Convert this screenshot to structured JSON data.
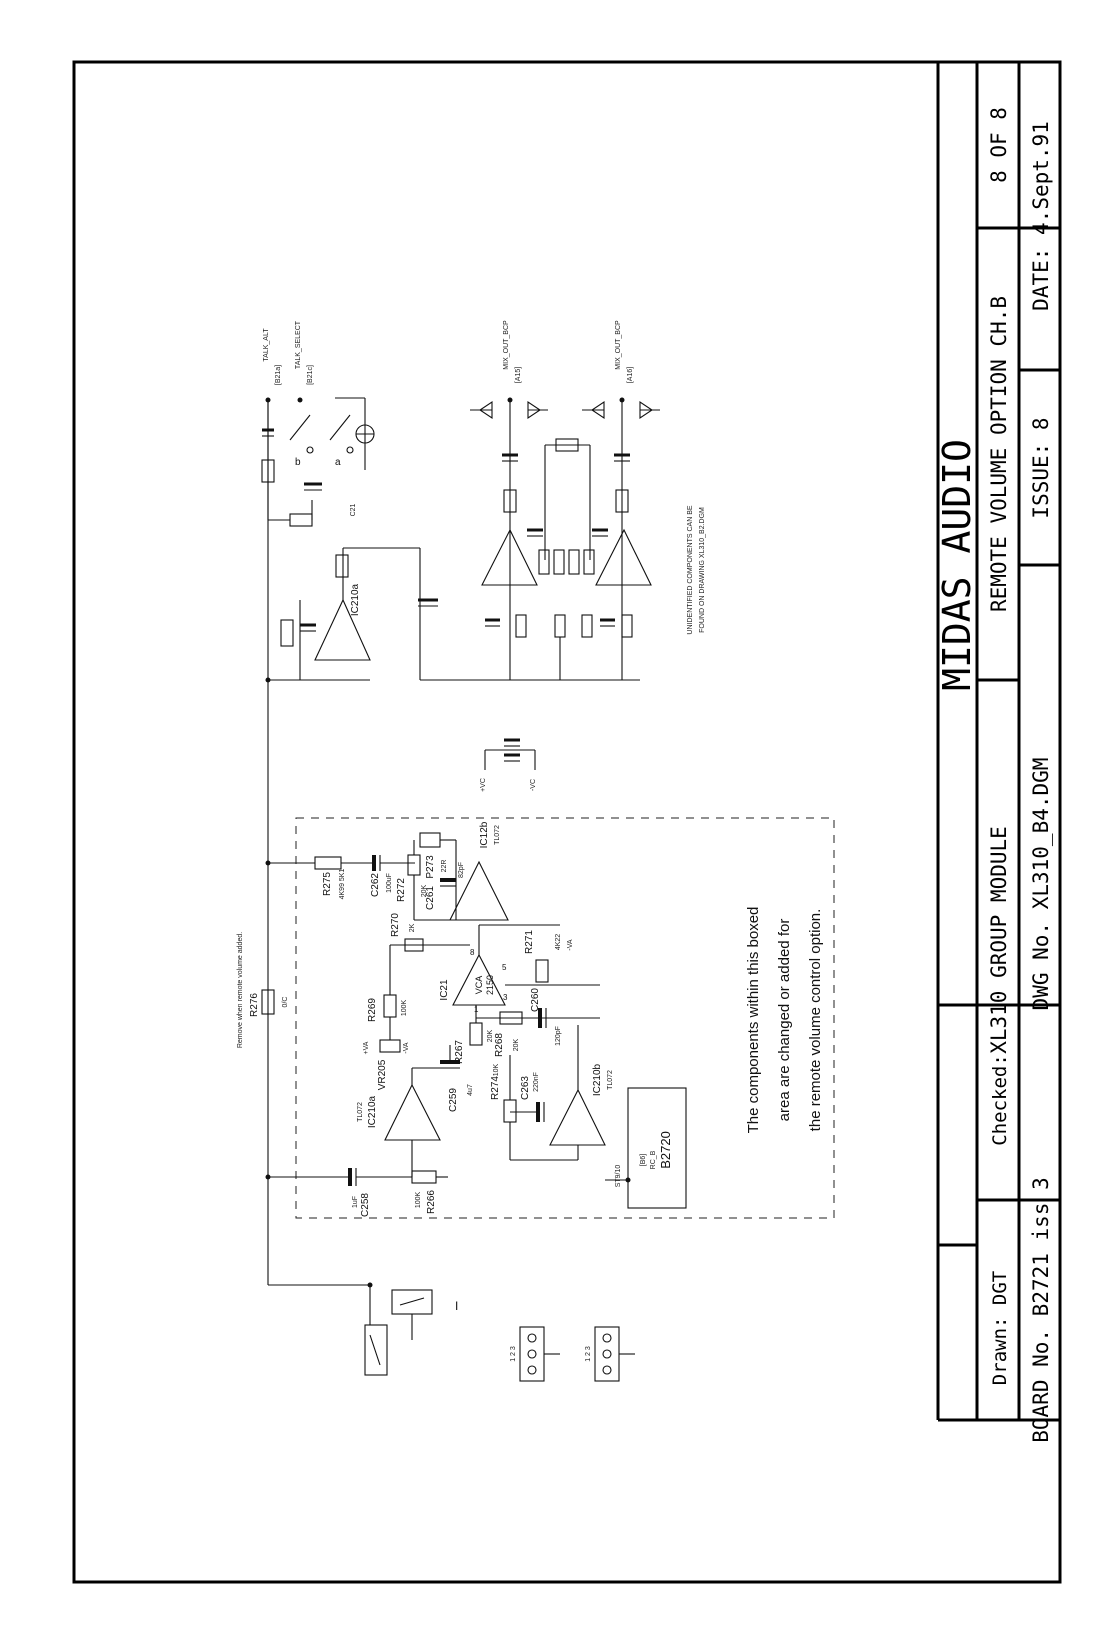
{
  "title_block": {
    "company": "MIDAS AUDIO",
    "module": "XL310 GROUP MODULE",
    "option": "REMOTE VOLUME OPTION CH.B",
    "sheet": "8 OF 8",
    "dwg": "DWG No. XL310_B4.DGM",
    "issue": "ISSUE: 8",
    "date": "DATE: 4.Sept.91",
    "drawn": "Drawn: DGT",
    "checked": "Checked:",
    "board": "BOARD No. B2721 iss 3"
  },
  "notes": {
    "boxed_1": "The components within this boxed",
    "boxed_2": "area are changed or added for",
    "boxed_3": "the remote volume control option.",
    "remove": "Remove when remote volume added.",
    "unid_1": "UNIDENTIFIED COMPONENTS CAN BE",
    "unid_2": "FOUND ON DRAWING XL310_B2.DGM"
  },
  "components": {
    "r276": "R276",
    "r276v": "0/C",
    "r275": "R275",
    "r275v": "4K99 5K1",
    "c262": "C262",
    "c262v": "100uF",
    "r272": "R272",
    "r272v": "20K",
    "p273": "P273",
    "p273v": "22R",
    "c261": "C261",
    "c261v": "82pF",
    "ic12b": "IC12b",
    "ic12bv": "TL072",
    "r270": "R270",
    "r270v": "2K",
    "r271": "R271",
    "r271v": "4K22",
    "r269": "R269",
    "r269v": "100K",
    "ic21": "IC21",
    "vca": "VCA",
    "vcav": "2150",
    "vr205": "VR205",
    "r267": "R267",
    "r267v": "20K",
    "r268": "R268",
    "r268v": "20K",
    "c260": "C260",
    "c260v": "120pF",
    "c259": "C259",
    "c259v": "4u7",
    "ic210a": "IC210a",
    "ic210av": "TL072",
    "r274": "R274",
    "r274v": "10K",
    "c263": "C263",
    "c263v": "220nF",
    "ic210b": "IC210b",
    "ic210bv": "TL072",
    "c258": "C258",
    "c258v": "1uF",
    "r266": "R266",
    "r266v": "100K",
    "st": "ST9/10",
    "b86": "[B6]",
    "rcb": "RC_B",
    "b2720": "B2720",
    "ic210a_top": "IC210a",
    "talk_alt": "TALK_ALT",
    "talk_alt_ref": "[B21a]",
    "talk_sel": "TALK_SELECT",
    "talk_sel_ref": "[B21c]",
    "mix_a": "MIX_OUT_BCP",
    "mix_a_ref": "[A15]",
    "mix_b": "MIX_OUT_BCP",
    "mix_b_ref": "[A16]",
    "sw_a": "a",
    "sw_b": "b",
    "c21": "C21",
    "plus_va": "+VA",
    "minus_va": "-VA",
    "minus_va2": "-VA",
    "plus_vc": "+VC",
    "minus_vc": "-VC",
    "pin1": "1",
    "pin3": "3",
    "pin5": "5",
    "pin8": "8",
    "conn_a": "1 2 3",
    "conn_b": "1 2 3",
    "sw_minus": "I"
  }
}
